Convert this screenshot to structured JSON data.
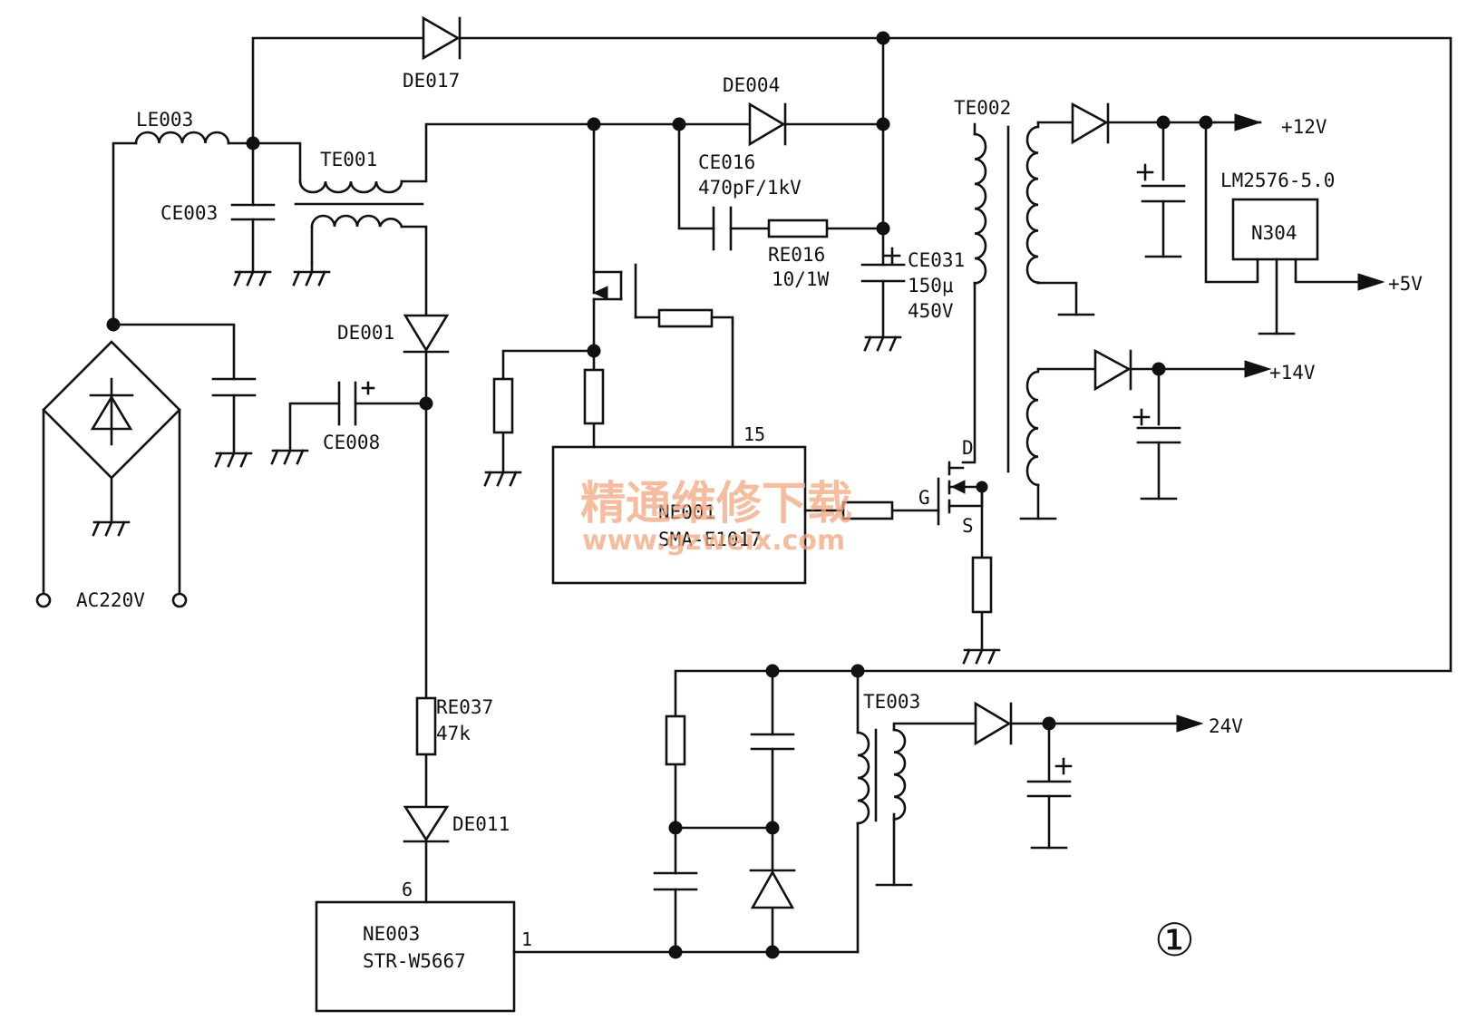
{
  "labels": {
    "de017": "DE017",
    "le003": "LE003",
    "te001": "TE001",
    "ce003": "CE003",
    "de004": "DE004",
    "ce016_name": "CE016",
    "ce016_value": "470pF/1kV",
    "re016_name": "RE016",
    "re016_value": "10/1W",
    "ce031_name": "CE031",
    "ce031_value1": "150μ",
    "ce031_value2": "450V",
    "te002": "TE002",
    "lm2576": "LM2576-5.0",
    "n304": "N304",
    "out_12v": "+12V",
    "out_5v": "+5V",
    "out_14v": "+14V",
    "de001": "DE001",
    "ce008": "CE008",
    "ac220v": "AC220V",
    "pin15": "15",
    "ne001_name": "NE001",
    "ne001_part": "SMA-E1017",
    "mos_d": "D",
    "mos_g": "G",
    "mos_s": "S",
    "re037_name": "RE037",
    "re037_value": "47k",
    "te003": "TE003",
    "out_24v": "24V",
    "de011": "DE011",
    "pin6": "6",
    "pin1": "1",
    "ne003_name": "NE003",
    "ne003_part": "STR-W5667",
    "figure_no": "①"
  },
  "watermark": {
    "cn": "精通维修下载",
    "url": "www.gzweix.com"
  }
}
